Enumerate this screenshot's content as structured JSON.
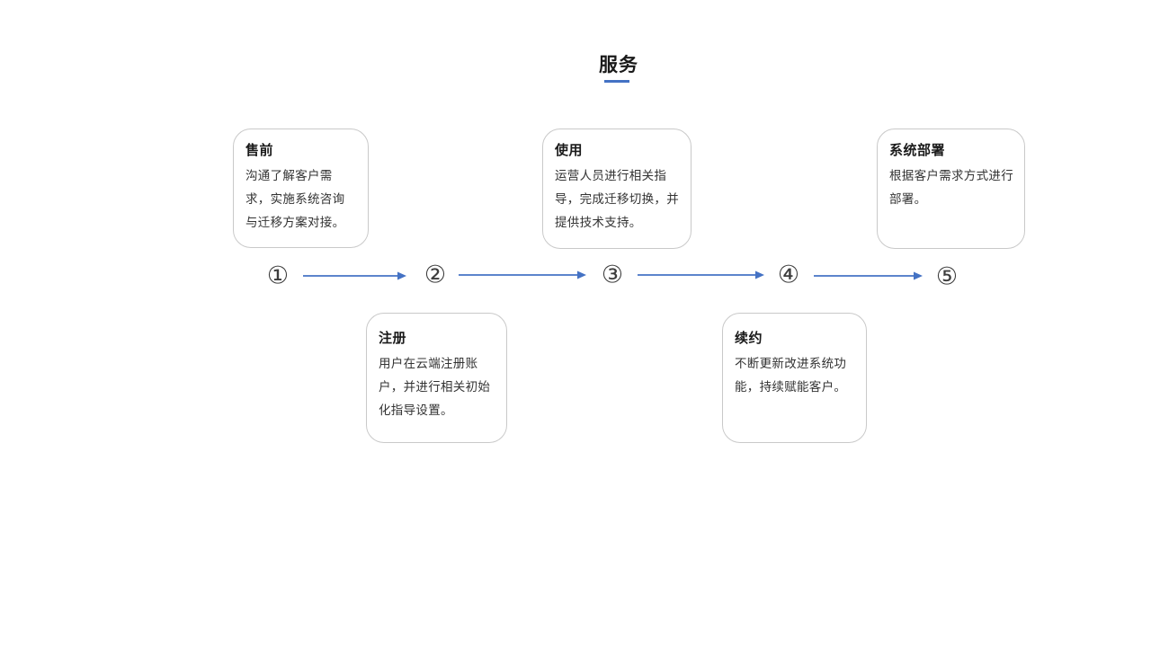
{
  "slide": {
    "title": "服务",
    "accent_color": "#4472c4"
  },
  "steps": [
    {
      "number": "①",
      "title": "售前",
      "description": "沟通了解客户需求，实施系统咨询与迁移方案对接。"
    },
    {
      "number": "②",
      "title": "注册",
      "description": "用户在云端注册账户，并进行相关初始化指导设置。"
    },
    {
      "number": "③",
      "title": "使用",
      "description": "运营人员进行相关指导，完成迁移切换，并提供技术支持。"
    },
    {
      "number": "④",
      "title": "续约",
      "description": "不断更新改进系统功能，持续赋能客户。"
    },
    {
      "number": "⑤",
      "title": "系统部署",
      "description": "根据客户需求方式进行部署。"
    }
  ]
}
